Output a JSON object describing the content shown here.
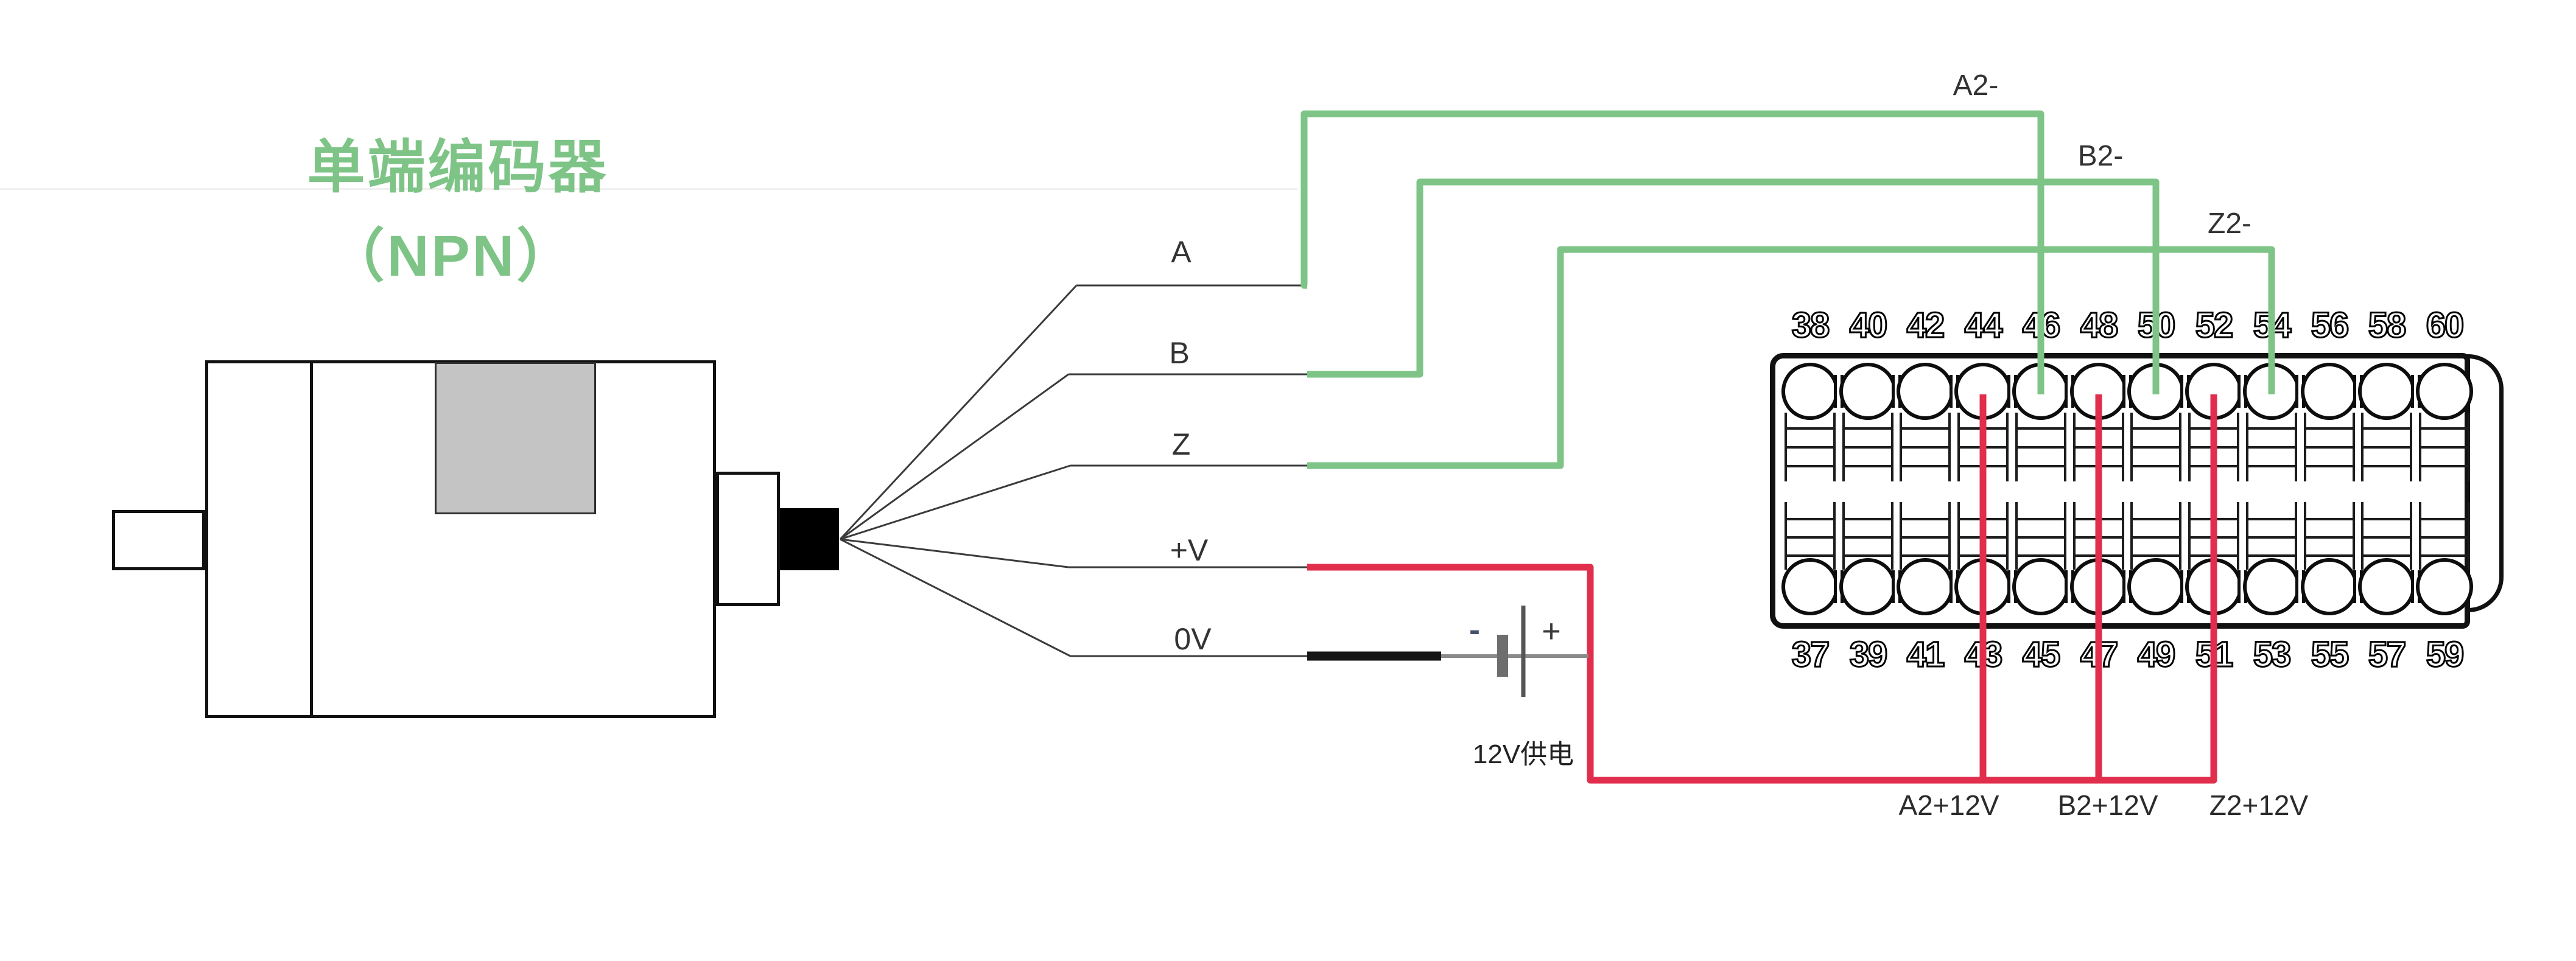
{
  "title": {
    "line1": "单端编码器",
    "line2": "（NPN）"
  },
  "encoder": {
    "wire_labels": [
      "A",
      "B",
      "Z",
      "+V",
      "0V"
    ]
  },
  "signals": {
    "encoder_to_plc": [
      "A2-",
      "B2-",
      "Z2-"
    ],
    "power_to_plc": [
      "A2+12V",
      "B2+12V",
      "Z2+12V"
    ]
  },
  "power_supply": {
    "minus_label": "-",
    "plus_label": "+",
    "caption": "12V供电"
  },
  "terminal_block": {
    "top_pins": [
      "38",
      "40",
      "42",
      "44",
      "46",
      "48",
      "50",
      "52",
      "54",
      "56",
      "58",
      "60"
    ],
    "bottom_pins": [
      "37",
      "39",
      "41",
      "43",
      "45",
      "47",
      "49",
      "51",
      "53",
      "55",
      "57",
      "59"
    ]
  },
  "colors": {
    "wire_green": "#7EC487",
    "wire_red": "#E02E4C",
    "wire_dark": "#3B3B3B",
    "title_green": "#7CC487"
  }
}
